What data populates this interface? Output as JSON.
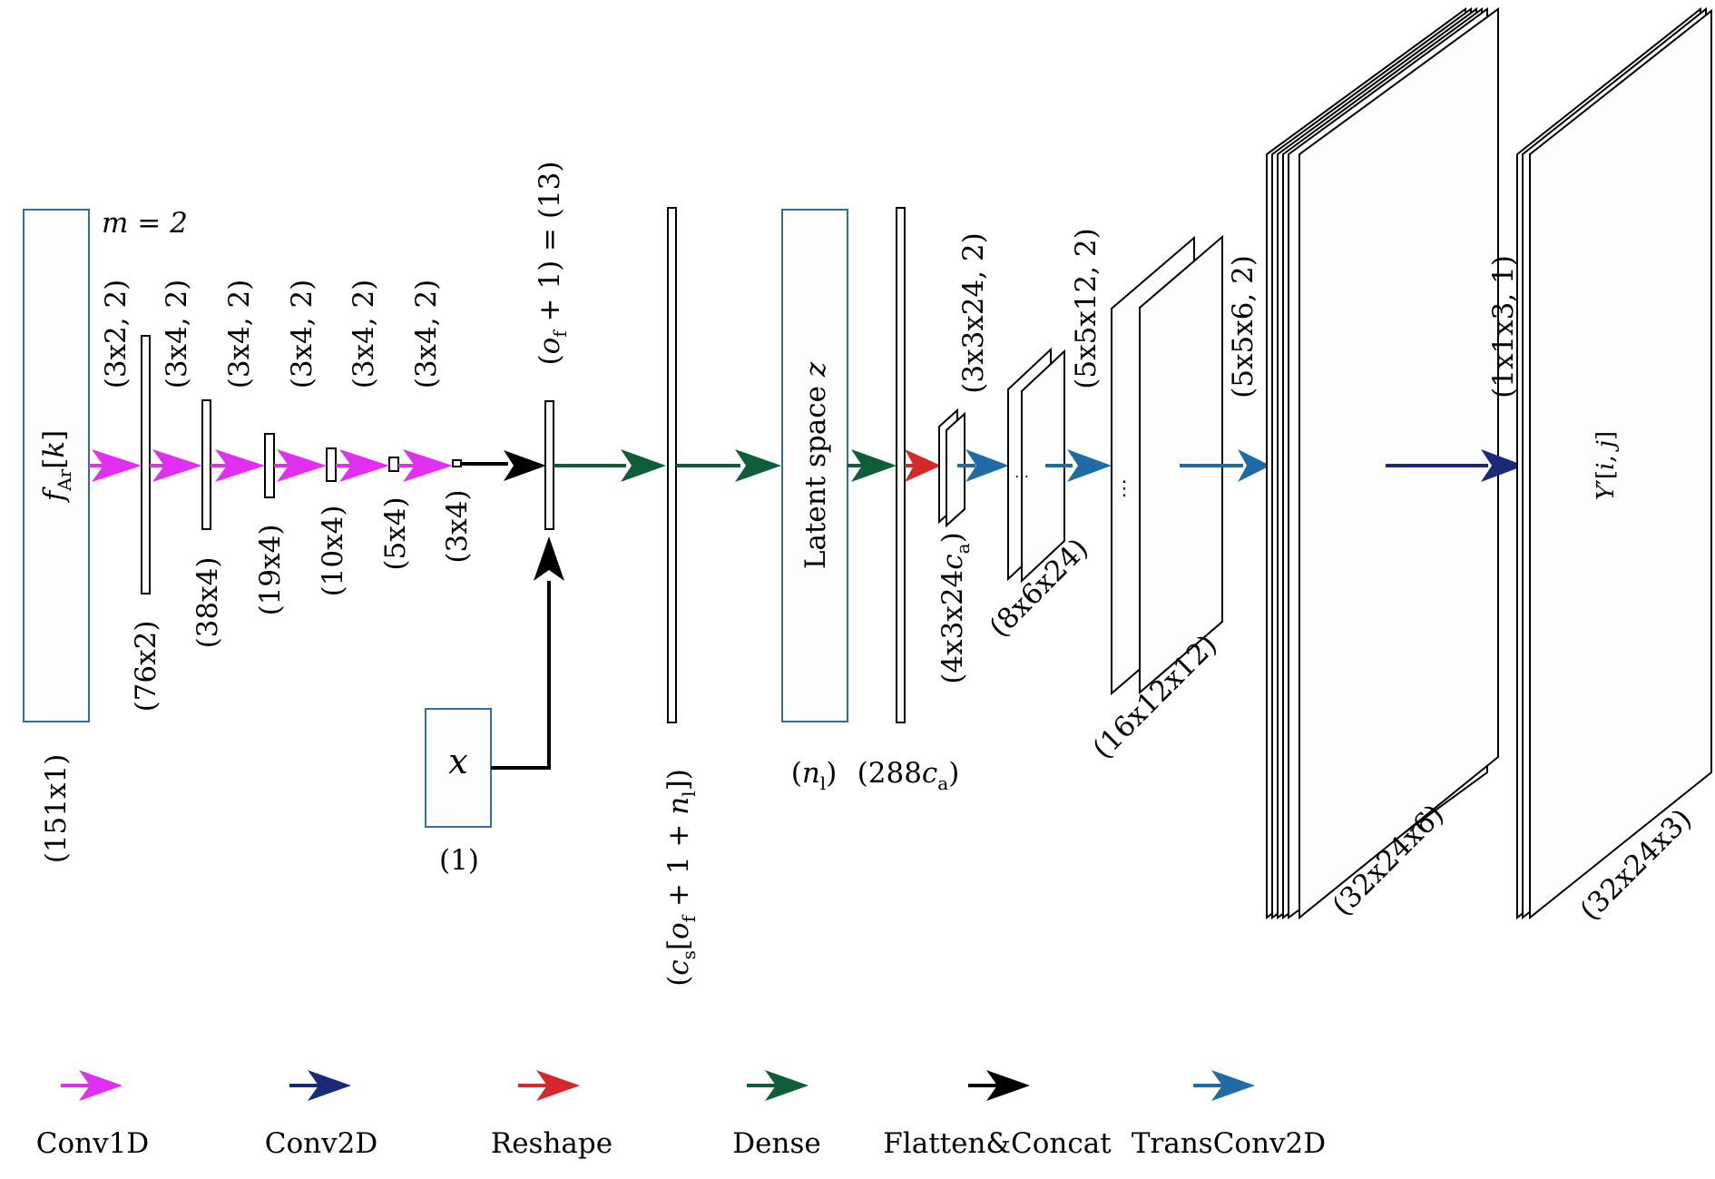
{
  "colors": {
    "conv1d": "#e02ff0",
    "conv2d": "#1b2a78",
    "reshape": "#d62828",
    "dense": "#0e5e3a",
    "flatten_concat": "#000000",
    "transconv2d": "#1f6ba5",
    "box_border": "#2f6fa3"
  },
  "input_box": {
    "label": "f_Ar[k]",
    "size": "(151x1)"
  },
  "m_label": "m = 2",
  "conv_layers": [
    {
      "kernel": "(3x2, 2)",
      "shape": "(76x2)"
    },
    {
      "kernel": "(3x4, 2)",
      "shape": "(38x4)"
    },
    {
      "kernel": "(3x4, 2)",
      "shape": "(19x4)"
    },
    {
      "kernel": "(3x4, 2)",
      "shape": "(10x4)"
    },
    {
      "kernel": "(3x4, 2)",
      "shape": "(5x4)"
    },
    {
      "kernel": "(3x4, 2)",
      "shape": "(3x4)"
    }
  ],
  "flatten_label": "(o_f + 1) = (13)",
  "x_box": {
    "label": "x",
    "size": "(1)"
  },
  "concat_label": "(c_s[o_f + 1 + n_l])",
  "latent_box": {
    "label": "Latent space z",
    "size": "(n_l)"
  },
  "dense_out_label": "(288c_a)",
  "decoder": [
    {
      "kernel": "(3x3x24, 2)",
      "shape": "(4x3x24c_a)"
    },
    {
      "kernel": "(5x5x12, 2)",
      "shape": "(8x6x24)"
    },
    {
      "kernel": "(5x5x6, 2)",
      "shape": "(16x12x12)"
    },
    {
      "kernel": "(1x1x3, 1)",
      "shape": "(32x24x6)"
    },
    {
      "kernel": "",
      "shape": "(32x24x3)"
    }
  ],
  "output_label": "Y'[i, j]",
  "legend": [
    {
      "name": "Conv1D",
      "color_key": "conv1d"
    },
    {
      "name": "Conv2D",
      "color_key": "conv2d"
    },
    {
      "name": "Reshape",
      "color_key": "reshape"
    },
    {
      "name": "Dense",
      "color_key": "dense"
    },
    {
      "name": "Flatten&Concat",
      "color_key": "flatten_concat"
    },
    {
      "name": "TransConv2D",
      "color_key": "transconv2d"
    }
  ]
}
